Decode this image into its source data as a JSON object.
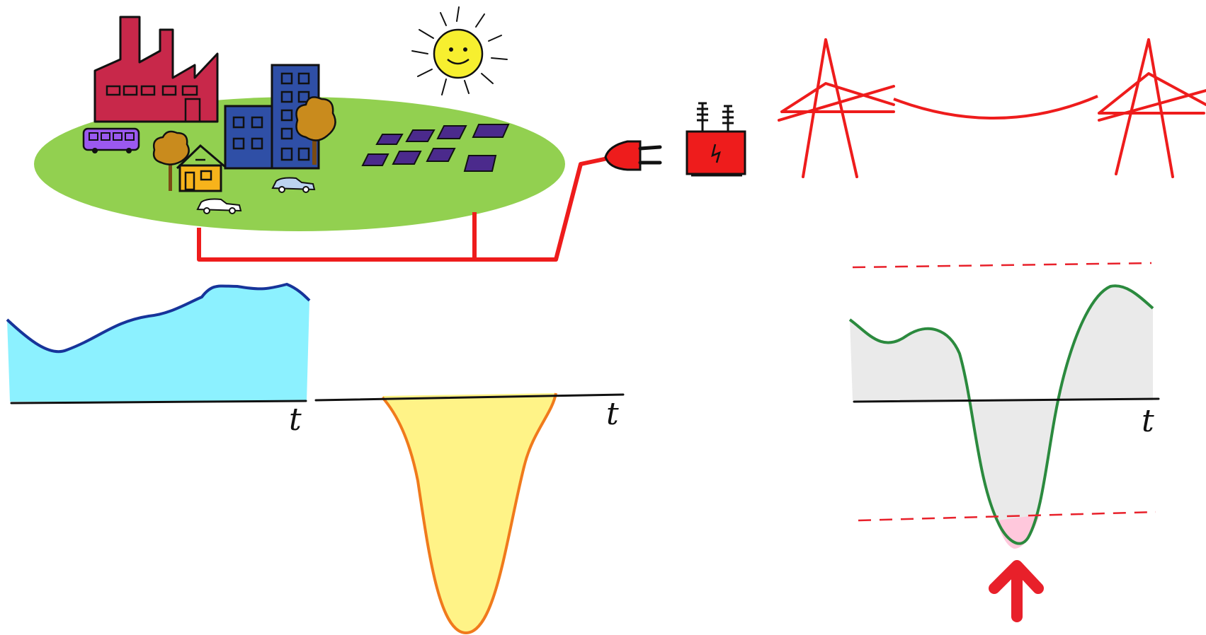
{
  "graphs": {
    "load": {
      "axis_label": "t",
      "fill_color": "#7fefff",
      "line_color": "#17349a"
    },
    "solar": {
      "axis_label": "t",
      "fill_color": "#fff27a",
      "line_color": "#f07a1c"
    },
    "grid": {
      "axis_label": "t",
      "fill_color": "#e8e8e8",
      "line_color": "#2b8a3e",
      "limit_color": "#e8202a",
      "violation_color": "#ffc8dc"
    }
  },
  "colors": {
    "cable": "#ee1c1c",
    "land": "#92d050",
    "factory": "#c8284a",
    "office": "#2f4fa6",
    "house": "#f7b31b",
    "bus": "#9b59f0",
    "solar_panel": "#4b2a8c",
    "sun": "#f7ef2f",
    "tree": "#c98b1d",
    "transformer": "#ee1c1c"
  },
  "icons": [
    "factory-icon",
    "office-building-icon",
    "house-icon",
    "bus-icon",
    "car-icon",
    "tree-icon",
    "solar-panel-icon",
    "sun-icon",
    "plug-icon",
    "transformer-icon",
    "pylon-icon",
    "arrow-up-icon"
  ]
}
